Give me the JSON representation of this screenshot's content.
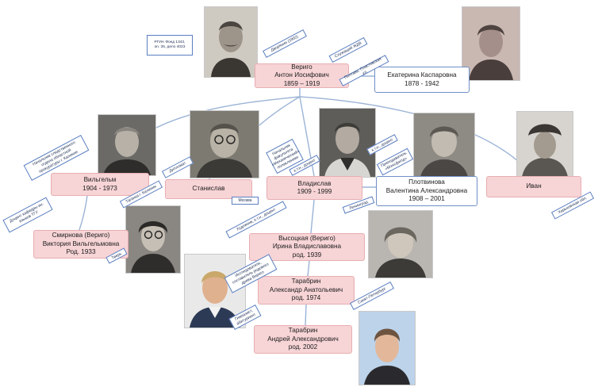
{
  "people": {
    "anton": [
      "Вериго",
      "Антон Иосифович",
      "1859 – 1919"
    ],
    "ekaterina": [
      "Екатерина Каспаровна",
      "1878 - 1942"
    ],
    "vilgelm": [
      "Вильгельм",
      "1904 - 1973"
    ],
    "stanislav": [
      "Станислав"
    ],
    "vladislav": [
      "Владислав",
      "1909 - 1999"
    ],
    "plotnikova": [
      "Плотвинова",
      "Валентина Александровна",
      "1908 – 2001"
    ],
    "ivan": [
      "Иван"
    ],
    "smirnova": [
      "Смирнова (Вериго)",
      "Виктория Вильгельмовна",
      "Род. 1933"
    ],
    "vysotskaya": [
      "Высоцкая (Вериго)",
      "Ирина Владиславовна",
      "род. 1939"
    ],
    "alexandr": [
      "Тарабрин",
      "Александр Анатольевич",
      "род. 1974"
    ],
    "andrey": [
      "Тарабрин",
      "Андрей Александрович",
      "род. 2002"
    ]
  },
  "notes": {
    "archive": [
      "РГИА Фонд 1343,",
      "оп. 35, дело 4023"
    ],
    "anton_class": [
      "Дворянин (1902)"
    ],
    "anton_job": [
      "Служащий ЖДВ"
    ],
    "anton_place": [
      "Полтава, Пластовская ул."
    ],
    "vilgelm_job": [
      "Начальник следственного",
      "отдела областной",
      "прокуратуры г. Калинин"
    ],
    "vilgelm_city": [
      "Таганка г. Калинин"
    ],
    "stanislav_job": [
      "Дипломат"
    ],
    "stanislav_city": [
      "Москва"
    ],
    "vladislav_job": [
      "Начальник",
      "факультета",
      "«Механический»",
      "поликлиники"
    ],
    "vladislav_deg": [
      "к.т.н., доцент"
    ],
    "vladislav_deg2": [
      "к.т.н., доцент"
    ],
    "vladislav_city": [
      "Ленинград"
    ],
    "plotnikova_job": [
      "Преподаватель",
      "«Мэнсфилд»"
    ],
    "ivan_city": [
      "Харьковская обл."
    ],
    "smirnova_job": [
      "Доцент кафедры ин.",
      "языков ТГУ"
    ],
    "smirnova_city": [
      "Тверь"
    ],
    "vysotskaya_job": [
      "Художник, к.т.н., доцент"
    ],
    "alexandr_job": [
      "Исследователь,",
      "составитель родового",
      "древа Вериго"
    ],
    "alexandr_city": [
      "Санкт-Петербург"
    ],
    "andrey_job": [
      "Гимназист,",
      "абитуриент"
    ]
  },
  "colors": {
    "person_fill": "#f7d4d6",
    "person_border": "#e7aeb2",
    "link": "#9bb3d6",
    "note_border": "#5b7ec0"
  }
}
